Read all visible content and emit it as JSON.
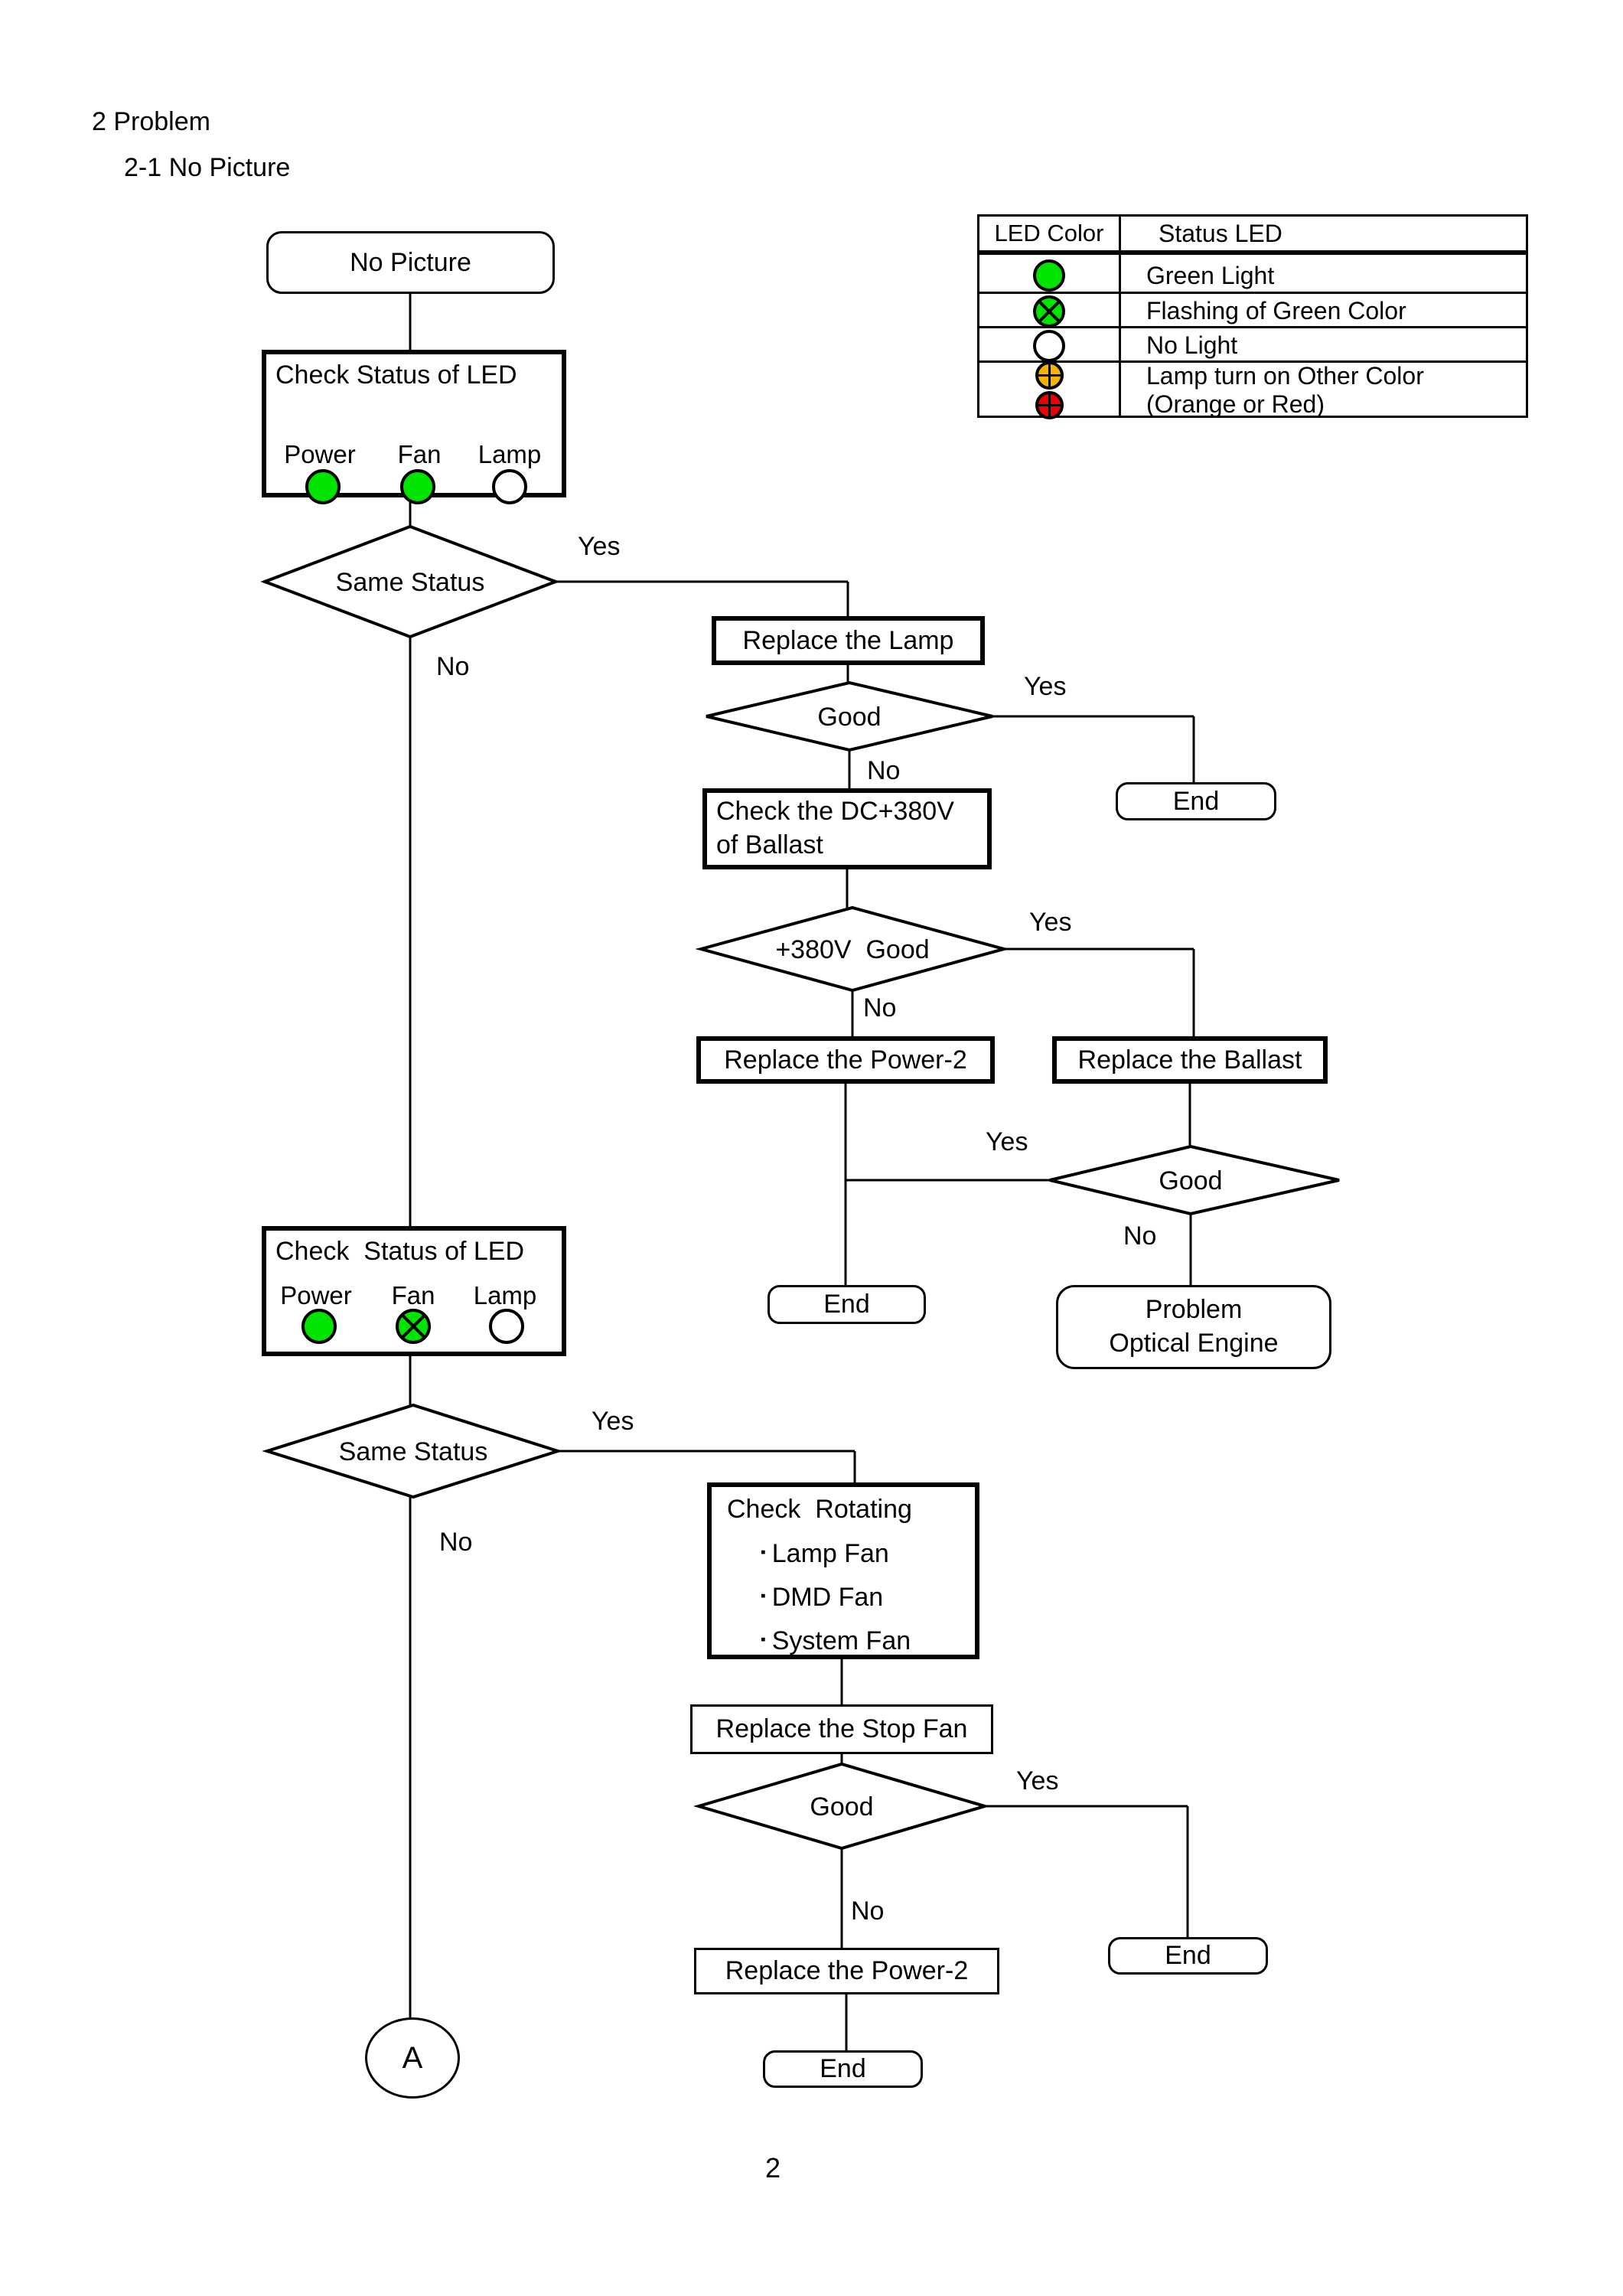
{
  "page": {
    "title": "2 Problem",
    "subtitle": "2-1 No Picture",
    "page_number": "2"
  },
  "colors": {
    "led_green": "#00E400",
    "led_orange": "#F5B300",
    "led_red": "#EE0000",
    "led_off": "#FFFFFF"
  },
  "legend": {
    "header_left": "LED Color",
    "header_right": "Status LED",
    "row1_label": "Green Light",
    "row2_label": "Flashing of Green Color",
    "row3_label": "No Light",
    "row4_label_line1": "Lamp turn on Other Color",
    "row4_label_line2": "(Orange or Red)"
  },
  "flowchart": {
    "labels": {
      "yes": "Yes",
      "no": "No"
    },
    "start": "No Picture",
    "check_led_1": {
      "title": "Check Status of LED",
      "leds": [
        {
          "name": "Power",
          "state": "green"
        },
        {
          "name": "Fan",
          "state": "green"
        },
        {
          "name": "Lamp",
          "state": "off"
        }
      ]
    },
    "same_status_1": "Same Status",
    "replace_lamp": "Replace the Lamp",
    "good_1": "Good",
    "end_1": "End",
    "check_dc": {
      "line1": "Check the DC+380V",
      "line2": "of Ballast"
    },
    "v380_good": "+380V  Good",
    "replace_power2_1": "Replace the Power-2",
    "replace_ballast": "Replace the Ballast",
    "good_2": "Good",
    "end_2": "End",
    "problem": {
      "line1": "Problem",
      "line2": "Optical Engine"
    },
    "check_led_2": {
      "title": "Check  Status of LED",
      "leds": [
        {
          "name": "Power",
          "state": "green"
        },
        {
          "name": "Fan",
          "state": "flashing-green"
        },
        {
          "name": "Lamp",
          "state": "off"
        }
      ]
    },
    "same_status_2": "Same Status",
    "check_rotating": {
      "title": "Check  Rotating",
      "bullet": "▪",
      "items": [
        "Lamp Fan",
        "DMD Fan",
        "System Fan"
      ]
    },
    "replace_stop_fan": "Replace the Stop Fan",
    "good_3": "Good",
    "end_3": "End",
    "replace_power2_2": "Replace the Power-2",
    "end_4": "End",
    "connector_a": "A"
  }
}
